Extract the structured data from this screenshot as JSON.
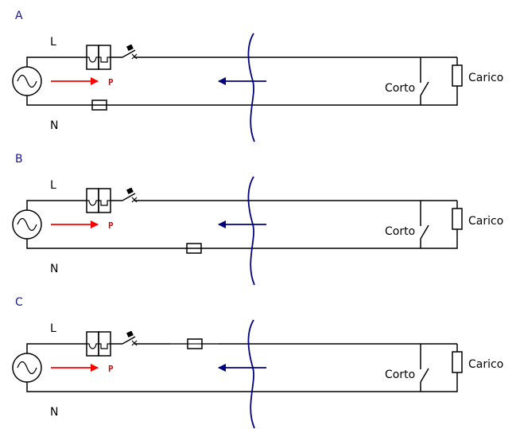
{
  "diagram": {
    "colors": {
      "wire": "#000000",
      "power_arrow": "#ff0000",
      "reflected_arrow": "#000080",
      "panel_label": "#1a1a8c"
    },
    "panels": [
      {
        "label": "A",
        "line_label": "L",
        "neutral_label": "N",
        "power_label": "P",
        "short_label": "Corto",
        "load_label": "Carico",
        "fuse_position": "neutral-near-source"
      },
      {
        "label": "B",
        "line_label": "L",
        "neutral_label": "N",
        "power_label": "P",
        "short_label": "Corto",
        "load_label": "Carico",
        "fuse_position": "neutral-far"
      },
      {
        "label": "C",
        "line_label": "L",
        "neutral_label": "N",
        "power_label": "P",
        "short_label": "Corto",
        "load_label": "Carico",
        "fuse_position": "line-far"
      }
    ],
    "icons": [
      "ac-source-icon",
      "residual-current-device-icon",
      "circuit-breaker-icon",
      "fuse-icon",
      "switch-icon",
      "resistor-icon",
      "cable-break-icon"
    ]
  }
}
